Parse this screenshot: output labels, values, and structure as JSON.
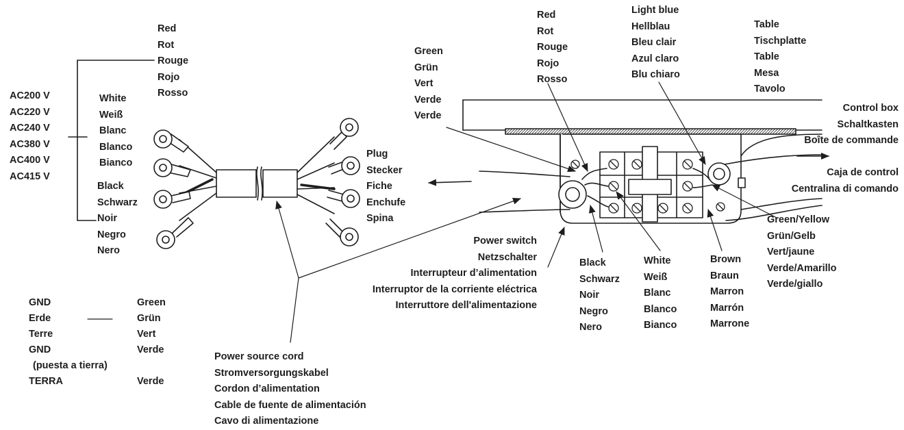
{
  "labels": {
    "red_left": [
      "Red",
      "Rot",
      "Rouge",
      "Rojo",
      "Rosso"
    ],
    "voltages": [
      "AC200 V",
      "AC220 V",
      "AC240 V",
      "AC380 V",
      "AC400 V",
      "AC415 V"
    ],
    "white_left": [
      "White",
      "Weiß",
      "Blanc",
      "Blanco",
      "Bianco"
    ],
    "black_left": [
      "Black",
      "Schwarz",
      "Noir",
      "Negro",
      "Nero"
    ],
    "plug": [
      "Plug",
      "Stecker",
      "Fiche",
      "Enchufe",
      "Spina"
    ],
    "green_top": [
      "Green",
      "Grün",
      "Vert",
      "Verde",
      "Verde"
    ],
    "red_top": [
      "Red",
      "Rot",
      "Rouge",
      "Rojo",
      "Rosso"
    ],
    "light_blue": [
      "Light blue",
      "Hellblau",
      "Bleu clair",
      "Azul claro",
      "Blu chiaro"
    ],
    "table": [
      "Table",
      "Tischplatte",
      "Table",
      "Mesa",
      "Tavolo"
    ],
    "control_box": [
      "Control box",
      "Schaltkasten",
      "Boîte de commande"
    ],
    "control_box_2": [
      "Caja de control",
      "Centralina di comando"
    ],
    "green_yellow": [
      "Green/Yellow",
      "Grün/Gelb",
      "Vert/jaune",
      "Verde/Amarillo",
      "Verde/giallo"
    ],
    "power_switch": [
      "Power switch",
      "Netzschalter",
      "Interrupteur d’alimentation",
      "Interruptor de la corriente eléctrica",
      "Interruttore dell'alimentazione"
    ],
    "black_box": [
      "Black",
      "Schwarz",
      "Noir",
      "Negro",
      "Nero"
    ],
    "white_box": [
      "White",
      "Weiß",
      "Blanc",
      "Blanco",
      "Bianco"
    ],
    "brown_box": [
      "Brown",
      "Braun",
      "Marron",
      "Marrón",
      "Marrone"
    ],
    "gnd": [
      "GND",
      "Erde",
      "Terre",
      "GND",
      "(puesta a tierra)",
      "TERRA"
    ],
    "green_gnd": [
      "Green",
      "Grün",
      "Vert",
      "Verde",
      "",
      "Verde"
    ],
    "power_cord": [
      "Power source cord",
      "Stromversorgungskabel",
      "Cordon d’alimentation",
      "Cable de fuente de alimentación",
      "Cavo di alimentazione"
    ]
  },
  "colors": {
    "ink": "#1e1e1e",
    "panel": "#e9e9e9",
    "paper": "#ffffff"
  }
}
